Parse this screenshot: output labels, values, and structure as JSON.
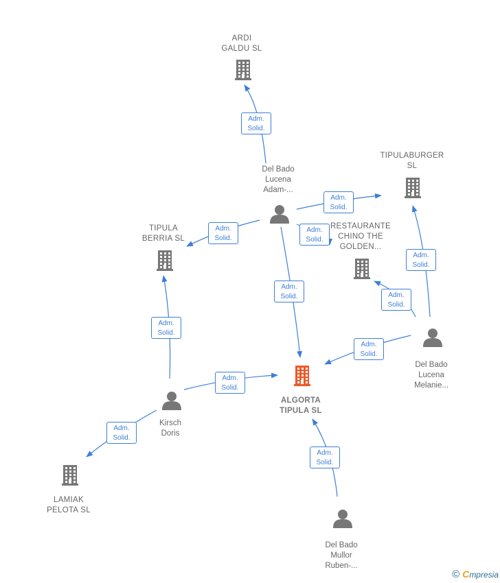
{
  "colors": {
    "edge": "#3d7fd6",
    "company_icon": "#777777",
    "main_company_icon": "#ec5a2a",
    "person_icon": "#777777"
  },
  "nodes": {
    "algorta": {
      "label": "ALGORTA\nTIPULA  SL",
      "type": "company",
      "main": true
    },
    "ardi": {
      "label": "ARDI\nGALDU  SL",
      "type": "company"
    },
    "tipulaburger": {
      "label": "TIPULABURGER\nSL",
      "type": "company"
    },
    "tipula_berria": {
      "label": "TIPULA\nBERRIA  SL",
      "type": "company"
    },
    "restaurante": {
      "label": "RESTAURANTE\nCHINO THE\nGOLDEN...",
      "type": "company"
    },
    "lamiak": {
      "label": "LAMIAK\nPELOTA  SL",
      "type": "company"
    },
    "adam": {
      "label": "Del Bado\nLucena\nAdam-...",
      "type": "person"
    },
    "melanie": {
      "label": "Del Bado\nLucena\nMelanie...",
      "type": "person"
    },
    "kirsch": {
      "label": "Kirsch\nDoris",
      "type": "person"
    },
    "ruben": {
      "label": "Del Bado\nMullor\nRuben-...",
      "type": "person"
    }
  },
  "edges": [
    {
      "from": "adam",
      "to": "ardi",
      "line1": "Adm.",
      "line2": "Solid."
    },
    {
      "from": "adam",
      "to": "tipulaburger",
      "line1": "Adm.",
      "line2": "Solid."
    },
    {
      "from": "adam",
      "to": "tipula_berria",
      "line1": "Adm.",
      "line2": "Solid."
    },
    {
      "from": "adam",
      "to": "restaurante",
      "line1": "Adm.",
      "line2": "Solid."
    },
    {
      "from": "adam",
      "to": "algorta",
      "line1": "Adm.",
      "line2": "Solid."
    },
    {
      "from": "melanie",
      "to": "tipulaburger",
      "line1": "Adm.",
      "line2": "Solid."
    },
    {
      "from": "melanie",
      "to": "restaurante",
      "line1": "Adm.",
      "line2": "Solid."
    },
    {
      "from": "melanie",
      "to": "algorta",
      "line1": "Adm.",
      "line2": "Solid."
    },
    {
      "from": "kirsch",
      "to": "tipula_berria",
      "line1": "Adm.",
      "line2": "Solid."
    },
    {
      "from": "kirsch",
      "to": "algorta",
      "line1": "Adm.",
      "line2": "Solid."
    },
    {
      "from": "kirsch",
      "to": "lamiak",
      "line1": "Adm.",
      "line2": "Solid."
    },
    {
      "from": "ruben",
      "to": "algorta",
      "line1": "Adm.",
      "line2": "Solid."
    }
  ],
  "footer": {
    "copyright_symbol": "©",
    "brand_initial": "C",
    "brand_rest": "mpresia"
  }
}
